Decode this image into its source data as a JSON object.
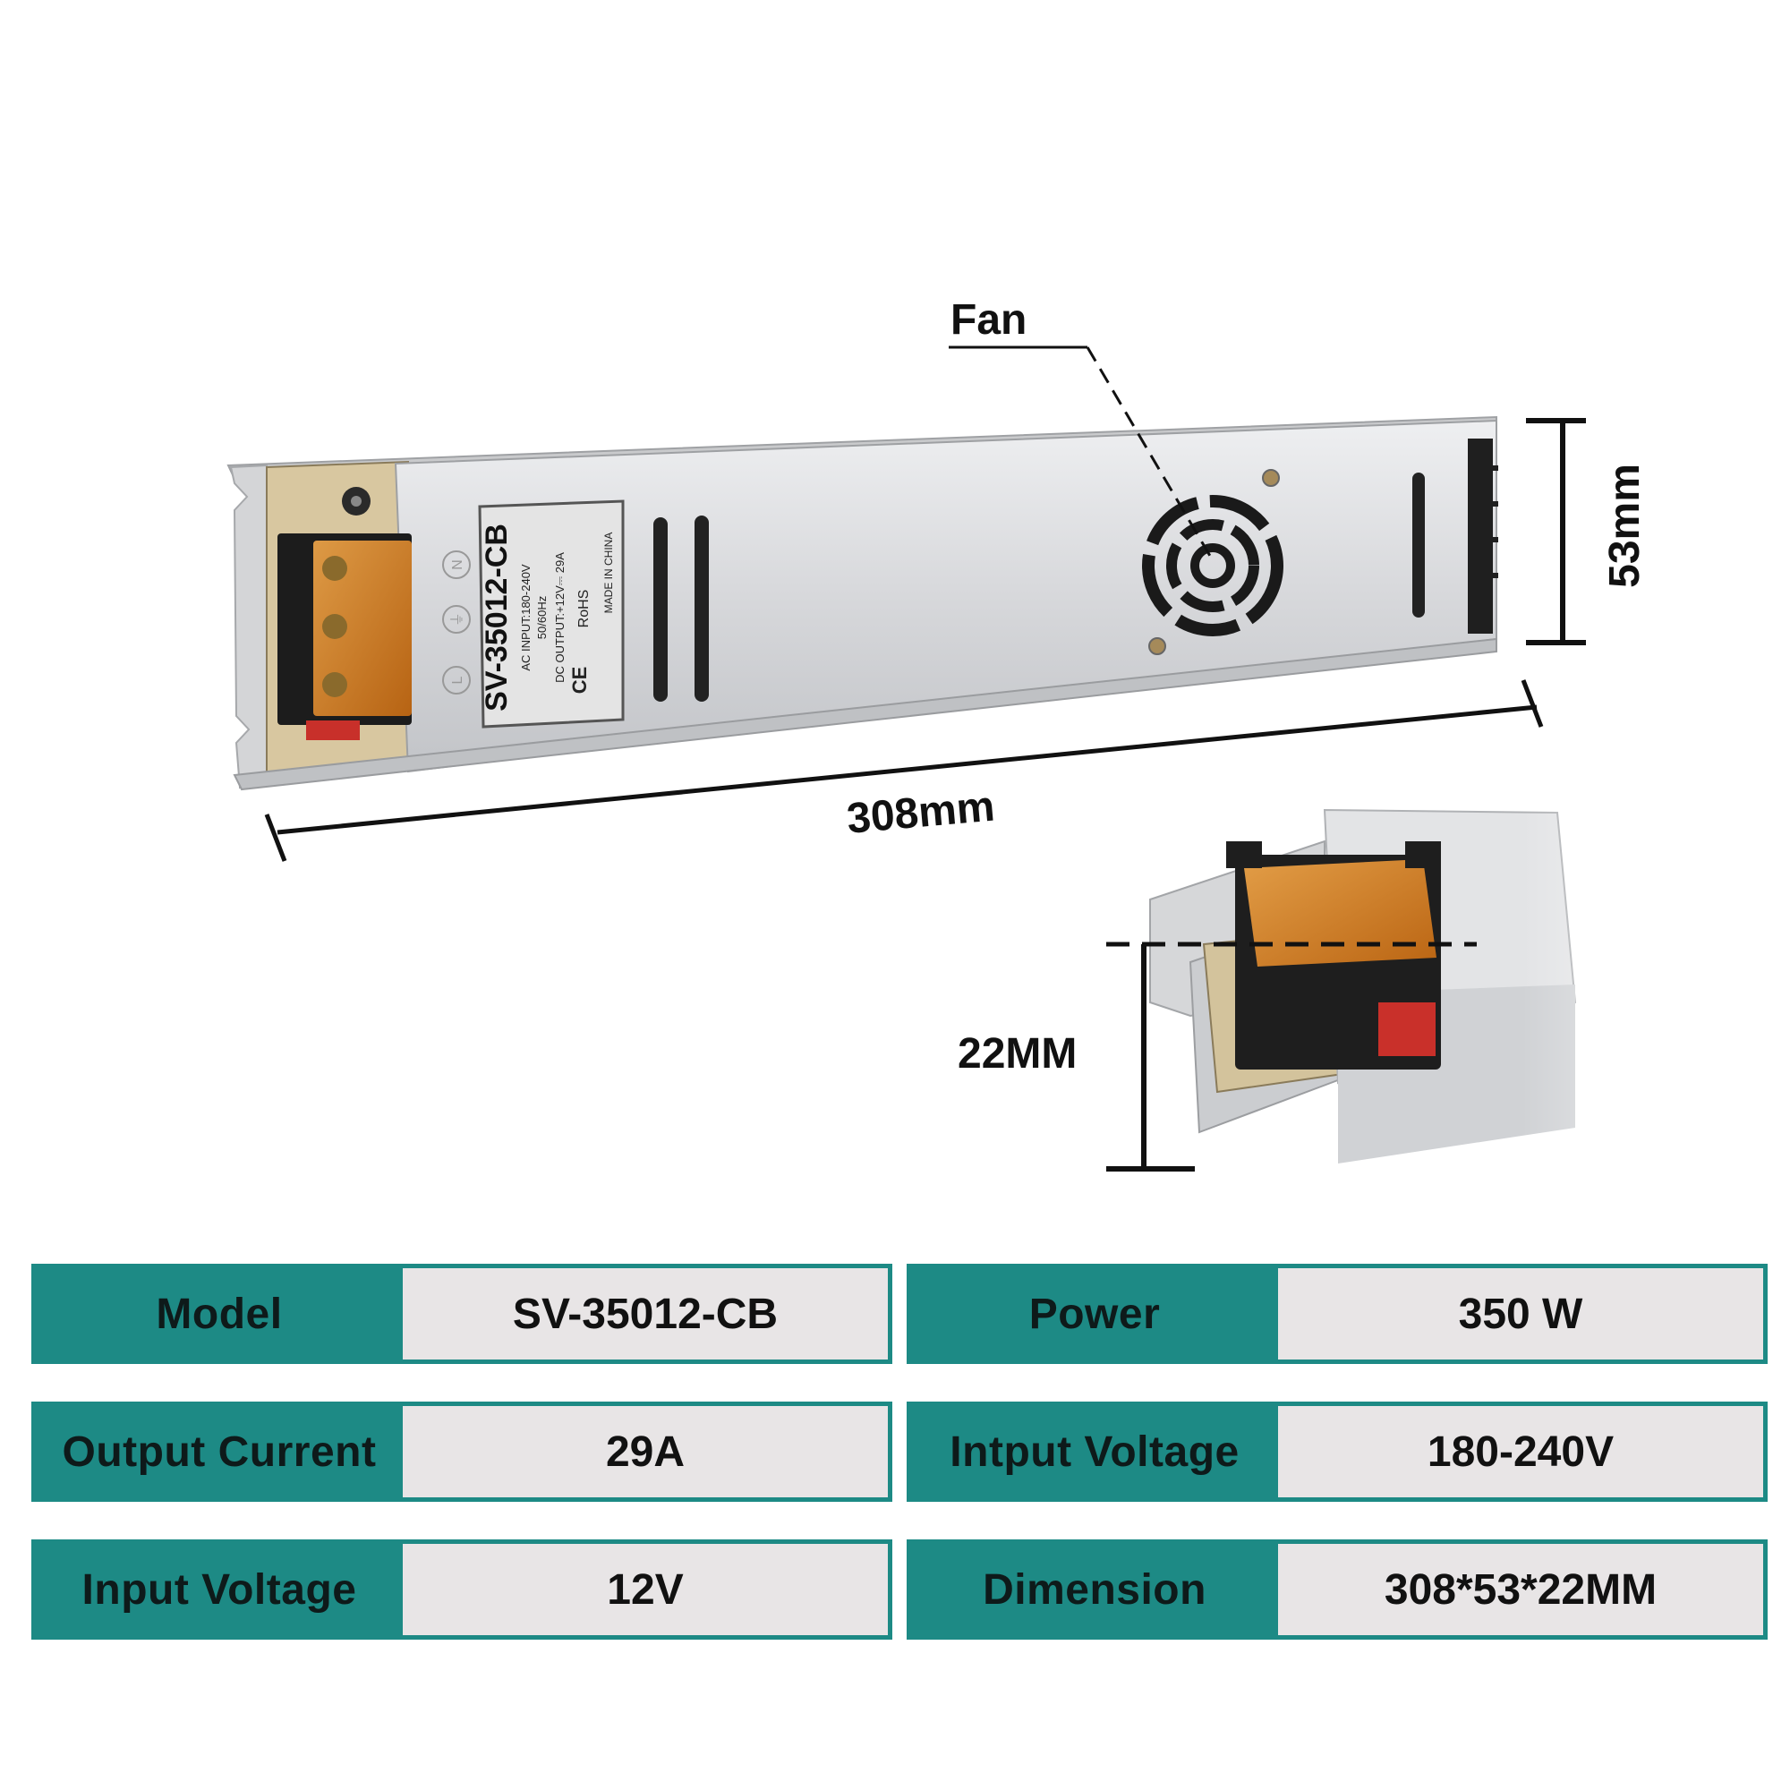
{
  "callouts": {
    "fan": "Fan",
    "length": "308mm",
    "width": "53mm",
    "height": "22MM"
  },
  "label_plate": {
    "model": "SV-35012-CB",
    "input_line": "AC  INPUT:180-240V",
    "freq_line": "50/60Hz",
    "output_line": "DC  OUTPUT:+12V⎓ 29A",
    "rohs": "RoHS",
    "ce": "CE",
    "origin": "MADE IN CHINA",
    "terminals": [
      "L",
      "⏚",
      "N"
    ]
  },
  "specs": [
    {
      "key": "Model",
      "value": "SV-35012-CB"
    },
    {
      "key": "Power",
      "value": "350 W"
    },
    {
      "key": "Output Current",
      "value": "29A"
    },
    {
      "key": "Intput Voltage",
      "value": "180-240V"
    },
    {
      "key": "Input Voltage",
      "value": "12V"
    },
    {
      "key": "Dimension",
      "value": "308*53*22MM"
    }
  ],
  "colors": {
    "teal": "#1d8a85",
    "value_bg": "#e8e5e6",
    "casing": "#d9dadc",
    "terminal_cover": "#e8902a"
  }
}
